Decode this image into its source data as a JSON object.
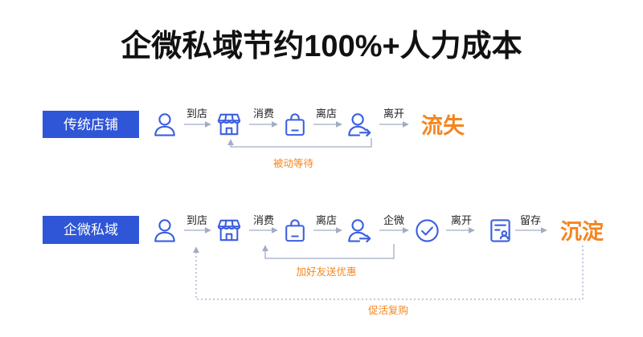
{
  "title": "企微私域节约100%+人力成本",
  "colors": {
    "label_box": "#2f56d6",
    "icon": "#3b5fe2",
    "highlight": "#f5851f",
    "connector": "#a2acc6",
    "title_text": "#111111"
  },
  "traditional": {
    "label": "传统店铺",
    "icons": [
      "person-icon",
      "store-icon",
      "bag-icon",
      "person-leave-icon"
    ],
    "steps": [
      "到店",
      "消费",
      "离店",
      "离开"
    ],
    "result": "流失",
    "loop_label": "被动等待"
  },
  "private_domain": {
    "label": "企微私域",
    "icons": [
      "person-icon",
      "store-icon",
      "bag-icon",
      "person-leave-icon",
      "check-circle-icon",
      "profile-document-icon"
    ],
    "steps": [
      "到店",
      "消费",
      "离店",
      "企微",
      "离开",
      "留存"
    ],
    "result": "沉淀",
    "loop_label": "加好友送优惠",
    "outer_loop_label": "促活复购"
  }
}
